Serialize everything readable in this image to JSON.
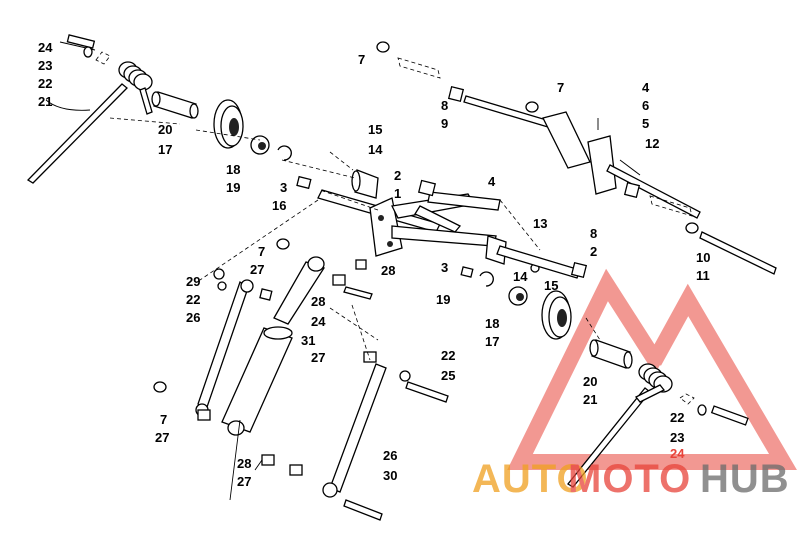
{
  "diagram": {
    "callouts": {
      "c24a": "24",
      "c23a": "23",
      "c22a": "22",
      "c21a": "21",
      "c20a": "20",
      "c17a": "17",
      "c18a": "18",
      "c19a": "19",
      "c3a": "3",
      "c16": "16",
      "c15a": "15",
      "c14a": "14",
      "c2a": "2",
      "c1": "1",
      "c4a": "4",
      "c7a": "7",
      "c8a": "8",
      "c9": "9",
      "c7b": "7",
      "c4b": "4",
      "c6": "6",
      "c5": "5",
      "c12": "12",
      "c13": "13",
      "c2b": "2",
      "c8b": "8",
      "c10": "10",
      "c11": "11",
      "c7c": "7",
      "c27a": "27",
      "c28a": "28",
      "c29": "29",
      "c22b": "22",
      "c26a": "26",
      "c28b": "28",
      "c24b": "24",
      "c31": "31",
      "c27b": "27",
      "c3b": "3",
      "c19b": "19",
      "c14b": "14",
      "c15b": "15",
      "c18b": "18",
      "c17b": "17",
      "c22c": "22",
      "c25": "25",
      "c20b": "20",
      "c21b": "21",
      "c22d": "22",
      "c23b": "23",
      "c24c": "24",
      "c7d": "7",
      "c27c": "27",
      "c28c": "28",
      "c27d": "27",
      "c26b": "26",
      "c30": "30"
    },
    "colors": {
      "watermark_red": "#e8443a",
      "watermark_orange": "#f0a020",
      "watermark_gray": "#6b6b6b",
      "line": "#000000"
    }
  },
  "watermark": {
    "part1": "AUTO",
    "part2": "MOTO",
    "part3": "HUB"
  }
}
